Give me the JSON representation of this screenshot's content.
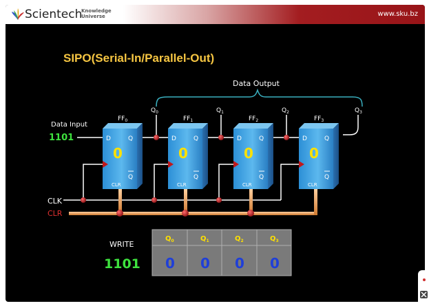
{
  "header": {
    "brand": "Scientech",
    "tagline_line1": "Knowledge",
    "tagline_line2": "Universe",
    "website": "www.sku.bz"
  },
  "diagram": {
    "title": "SIPO(Serial-In/Parallel-Out)",
    "data_output_label": "Data Output",
    "data_input_label": "Data Input",
    "data_input_value": "1101",
    "clk_label": "CLK",
    "clr_label": "CLR",
    "flipflops": [
      {
        "name": "FF",
        "sub": "0",
        "output": "Q",
        "output_sub": "0",
        "state": "0"
      },
      {
        "name": "FF",
        "sub": "1",
        "output": "Q",
        "output_sub": "1",
        "state": "0"
      },
      {
        "name": "FF",
        "sub": "2",
        "output": "Q",
        "output_sub": "2",
        "state": "0"
      },
      {
        "name": "FF",
        "sub": "3",
        "output": "Q",
        "output_sub": "3",
        "state": "0"
      }
    ],
    "pin_d": "D",
    "pin_q": "Q",
    "pin_qbar": "Q",
    "pin_clr": "CLR"
  },
  "table": {
    "write_label": "WRITE",
    "write_value": "1101",
    "headers": [
      {
        "main": "Q",
        "sub": "0"
      },
      {
        "main": "Q",
        "sub": "1"
      },
      {
        "main": "Q",
        "sub": "2"
      },
      {
        "main": "Q",
        "sub": "3"
      }
    ],
    "values": [
      "0",
      "0",
      "0",
      "0"
    ]
  },
  "colors": {
    "title": "#f5c542",
    "input_value": "#3ee23e",
    "ff_state": "#ffe100",
    "table_value": "#1f3fd8",
    "clr_wire": "#f0a050",
    "node": "#c0181c",
    "bracket": "#3ab0c0"
  }
}
